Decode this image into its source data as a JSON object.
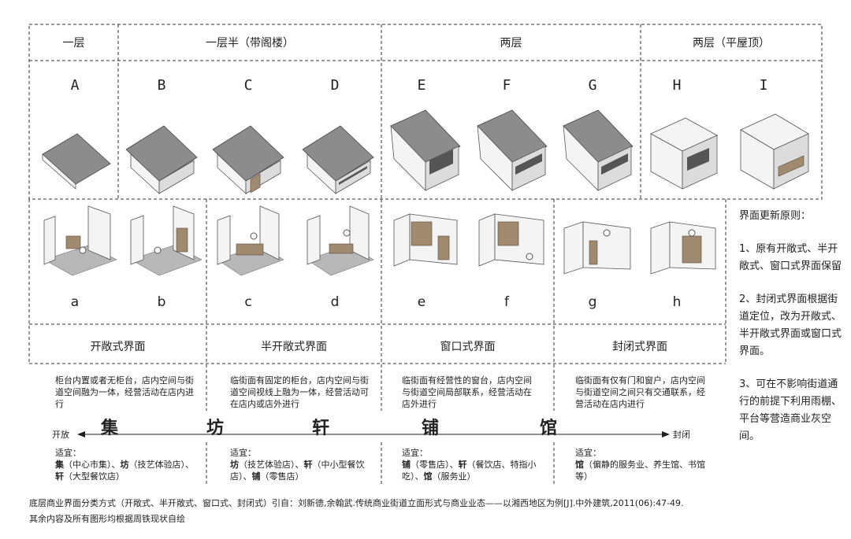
{
  "columns": {
    "c1": "一层",
    "c2": "一层半（带阁楼）",
    "c3": "两层",
    "c4": "两层（平屋顶）"
  },
  "buildings": [
    "A",
    "B",
    "C",
    "D",
    "E",
    "F",
    "G",
    "H",
    "I"
  ],
  "interiors": [
    "a",
    "b",
    "c",
    "d",
    "e",
    "f",
    "g",
    "h"
  ],
  "types": [
    "开敞式界面",
    "半开敞式界面",
    "窗口式界面",
    "封闭式界面"
  ],
  "descriptions": [
    "柜台内置或者无柜台，店内空间与街道空间融为一体，经营活动在店内进行",
    "临街面有固定的柜台，店内空间与街道空间视线上融为一体，经营活动可在店内或店外进行",
    "临街面有经营性的窗台，店内空间与街道空间局部联系，经营活动在店外进行",
    "临街面有仅有门和窗户，店内空间与街道空间之间只有交通联系，经营活动在店内进行"
  ],
  "scale": {
    "words": [
      "集",
      "坊",
      "轩",
      "铺",
      "馆"
    ],
    "open": "开放",
    "closed": "封闭"
  },
  "suitable": [
    {
      "label": "适宜：",
      "b1": "集",
      "t1": "（中心市集）、",
      "b2": "坊",
      "t2": "（技艺体验店）、",
      "b3": "轩",
      "t3": "（大型餐饮店）"
    },
    {
      "label": "适宜：",
      "b1": "坊",
      "t1": "（技艺体验店）、",
      "b2": "轩",
      "t2": "（中小型餐饮店）、",
      "b3": "铺",
      "t3": "（零售店）"
    },
    {
      "label": "适宜：",
      "b1": "铺",
      "t1": "（零售店）、",
      "b2": "轩",
      "t2": "（餐饮店、特指小吃）、",
      "b3": "馆",
      "t3": "（服务业）"
    },
    {
      "label": "适宜：",
      "b1": "馆",
      "t1": "（偏静的服务业、养生馆、书馆等）",
      "b2": "",
      "t2": "",
      "b3": "",
      "t3": ""
    }
  ],
  "principles": {
    "title": "界面更新原则：",
    "p1": "1、原有开敞式、半开敞式、窗口式界面保留",
    "p2": "2、封闭式界面根据街道定位，改为开敞式、半开敞式界面或窗口式界面。",
    "p3": "3、可在不影响街道通行的前提下利用雨棚、平台等营造商业灰空间。"
  },
  "footer": {
    "line1": "底层商业界面分类方式（开敞式、半开敞式、窗口式、封闭式）引自：刘新德,余翰武.传统商业街道立面形式与商业业态——以湘西地区为例[J].中外建筑,2011(06):47-49.",
    "line2": "其余内容及所有图形均根据周铁现状自绘"
  }
}
